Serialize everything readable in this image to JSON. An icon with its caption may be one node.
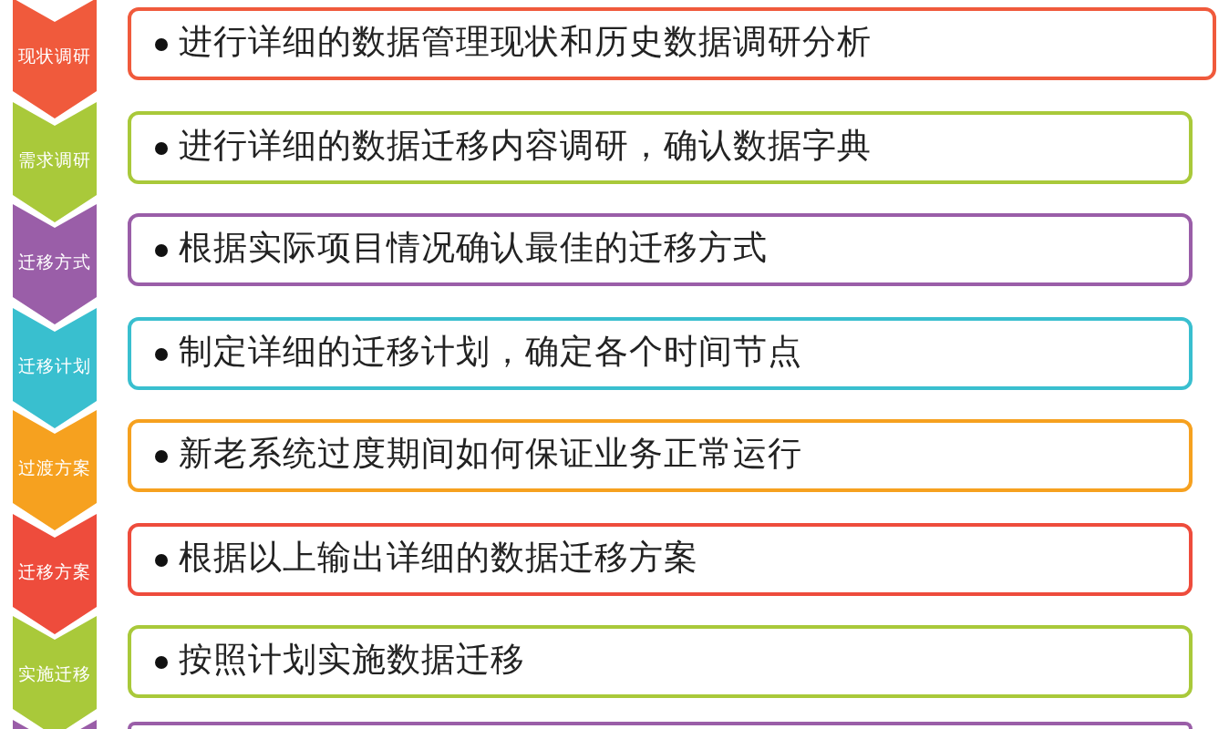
{
  "diagram": {
    "nodes": [
      {
        "text": [
          "现状调研"
        ]
      },
      {
        "text": [
          "进行详细的数据管理现状和历史数据调研分析"
        ]
      },
      {
        "text": [
          "需求调研"
        ]
      },
      {
        "text": [
          "进行详细的数据迁移内容调研，确认数据字典"
        ]
      },
      {
        "text": [
          "迁移方式"
        ]
      },
      {
        "text": [
          "根据实际项目情况确认最佳的迁移方式"
        ]
      },
      {
        "text": [
          "迁移计划"
        ]
      },
      {
        "text": [
          "制定详细的迁移计划，确定各个时间节点"
        ]
      },
      {
        "text": [
          "过渡方案"
        ]
      },
      {
        "text": [
          "新老系统过度期间如何保证业务正常运行"
        ]
      },
      {
        "text": [
          "迁移方案"
        ]
      },
      {
        "text": [
          "根据以上输出详细的数据迁移方案"
        ]
      },
      {
        "text": [
          "实施迁移"
        ]
      },
      {
        "text": [
          "按照计划实施数据迁移"
        ]
      },
      {
        "text": [],
        "shape": "chevron"
      },
      {
        "text": [],
        "shape": "box"
      }
    ]
  }
}
